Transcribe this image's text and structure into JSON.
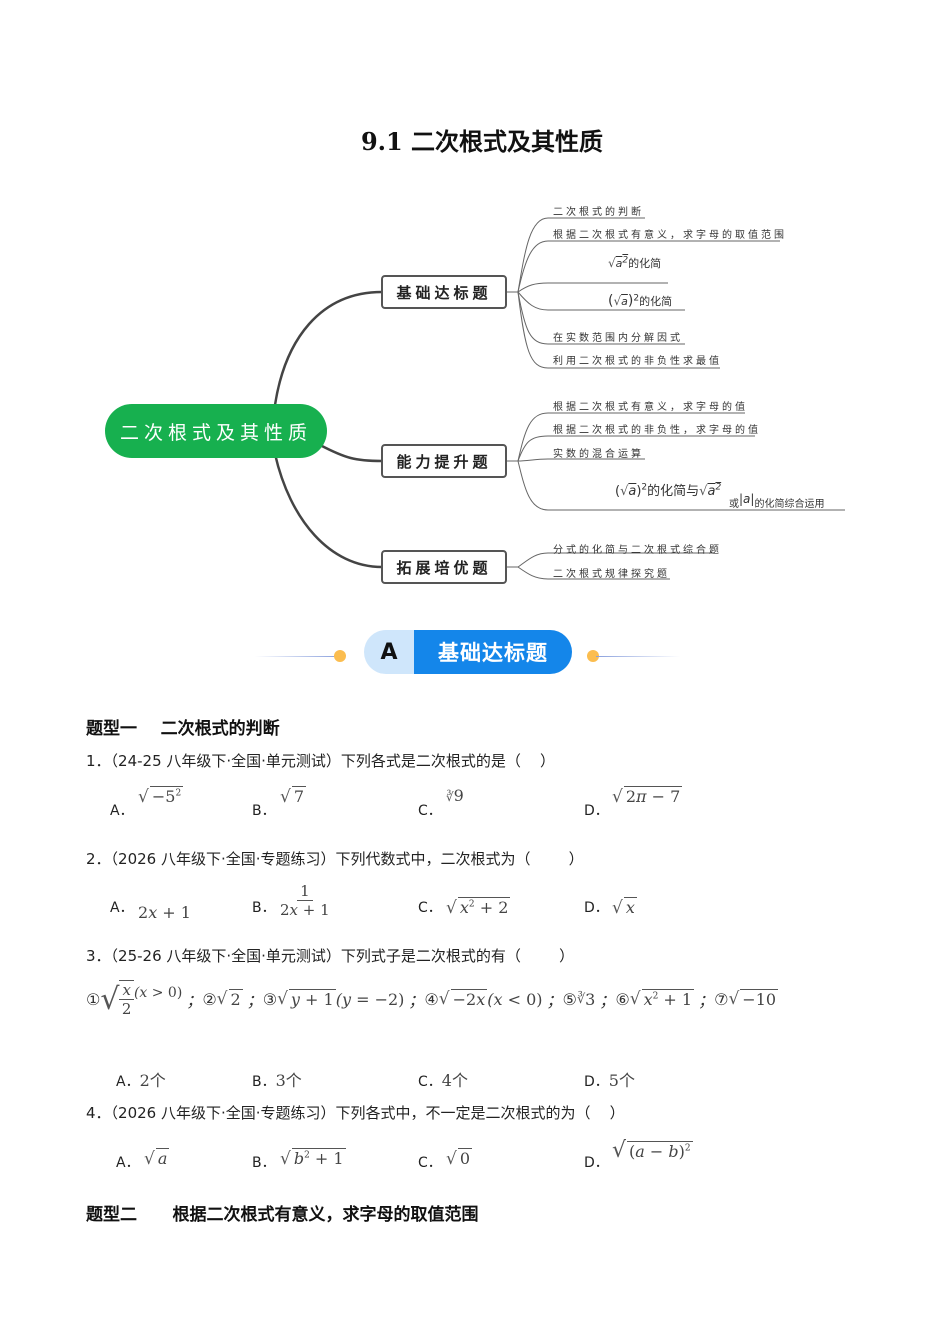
{
  "title": "9.1 二次根式及其性质",
  "mindmap": {
    "root": "二次根式及其性质",
    "colors": {
      "root": "#17b04f",
      "banner_dark": "#1486ea",
      "banner_light": "#cfe6fb",
      "dot": "#fbbd4f"
    },
    "categories": [
      {
        "label": "基础达标题",
        "leaves": [
          "二次根式的判断",
          "根据二次根式有意义，求字母的取值范围",
          "√a²的化简",
          "(√a)²的化简",
          "在实数范围内分解因式",
          "利用二次根式的非负性求最值"
        ]
      },
      {
        "label": "能力提升题",
        "leaves": [
          "根据二次根式有意义，求字母的值",
          "根据二次根式的非负性，求字母的值",
          "实数的混合运算",
          "(√a)²的化简与√a²或|a|的化简综合运用"
        ]
      },
      {
        "label": "拓展培优题",
        "leaves": [
          "分式的化简与二次根式综合题",
          "二次根式规律探究题"
        ]
      }
    ],
    "leaf_parts": {
      "sqrt_a2_suffix": "的化简",
      "sqrt_a_sq_suffix": "的化简",
      "combo_mid": "的化简与",
      "combo_or": "或",
      "combo_abs": "|a|",
      "combo_end": "的化简综合运用"
    }
  },
  "banner": {
    "letter": "A",
    "label": "基础达标题"
  },
  "sections": [
    {
      "heading": "题型一    二次根式的判断",
      "questions": [
        {
          "text": "1．（24-25 八年级下·全国·单元测试）下列各式是二次根式的是（    ）",
          "options": [
            {
              "label": "A．",
              "expr": "√(−5²)"
            },
            {
              "label": "B．",
              "expr": "√7"
            },
            {
              "label": "C．",
              "expr": "∛9"
            },
            {
              "label": "D．",
              "expr": "√(2π − 7)"
            }
          ]
        },
        {
          "text": "2．（2026 八年级下·全国·专题练习）下列代数式中，二次根式为（        ）",
          "options": [
            {
              "label": "A．",
              "expr": "2x + 1"
            },
            {
              "label": "B．",
              "expr": "1/(2x + 1)"
            },
            {
              "label": "C．",
              "expr": "√(x² + 2)"
            },
            {
              "label": "D．",
              "expr": "√x"
            }
          ]
        },
        {
          "text": "3．（25-26 八年级下·全国·单元测试）下列式子是二次根式的有（        ）",
          "items": [
            {
              "num": "①",
              "expr": "√(x/2) (x > 0)"
            },
            {
              "num": "②",
              "expr": "√2"
            },
            {
              "num": "③",
              "expr": "√(y+1) (y = −2)"
            },
            {
              "num": "④",
              "expr": "√(−2x) (x < 0)"
            },
            {
              "num": "⑤",
              "expr": "∛3"
            },
            {
              "num": "⑥",
              "expr": "√(x² + 1)"
            },
            {
              "num": "⑦",
              "expr": "√(−10)"
            }
          ],
          "options": [
            {
              "label": "A．",
              "expr": "2个"
            },
            {
              "label": "B．",
              "expr": "3个"
            },
            {
              "label": "C．",
              "expr": "4个"
            },
            {
              "label": "D．",
              "expr": "5个"
            }
          ]
        },
        {
          "text": "4．（2026 八年级下·全国·专题练习）下列各式中，不一定是二次根式的为（    ）",
          "options": [
            {
              "label": "A．",
              "expr": "√a"
            },
            {
              "label": "B．",
              "expr": "√(b² + 1)"
            },
            {
              "label": "C．",
              "expr": "√0"
            },
            {
              "label": "D．",
              "expr": "√((a − b)²)"
            }
          ]
        }
      ]
    },
    {
      "heading": "题型二      根据二次根式有意义，求字母的取值范围"
    }
  ],
  "sep": "；"
}
